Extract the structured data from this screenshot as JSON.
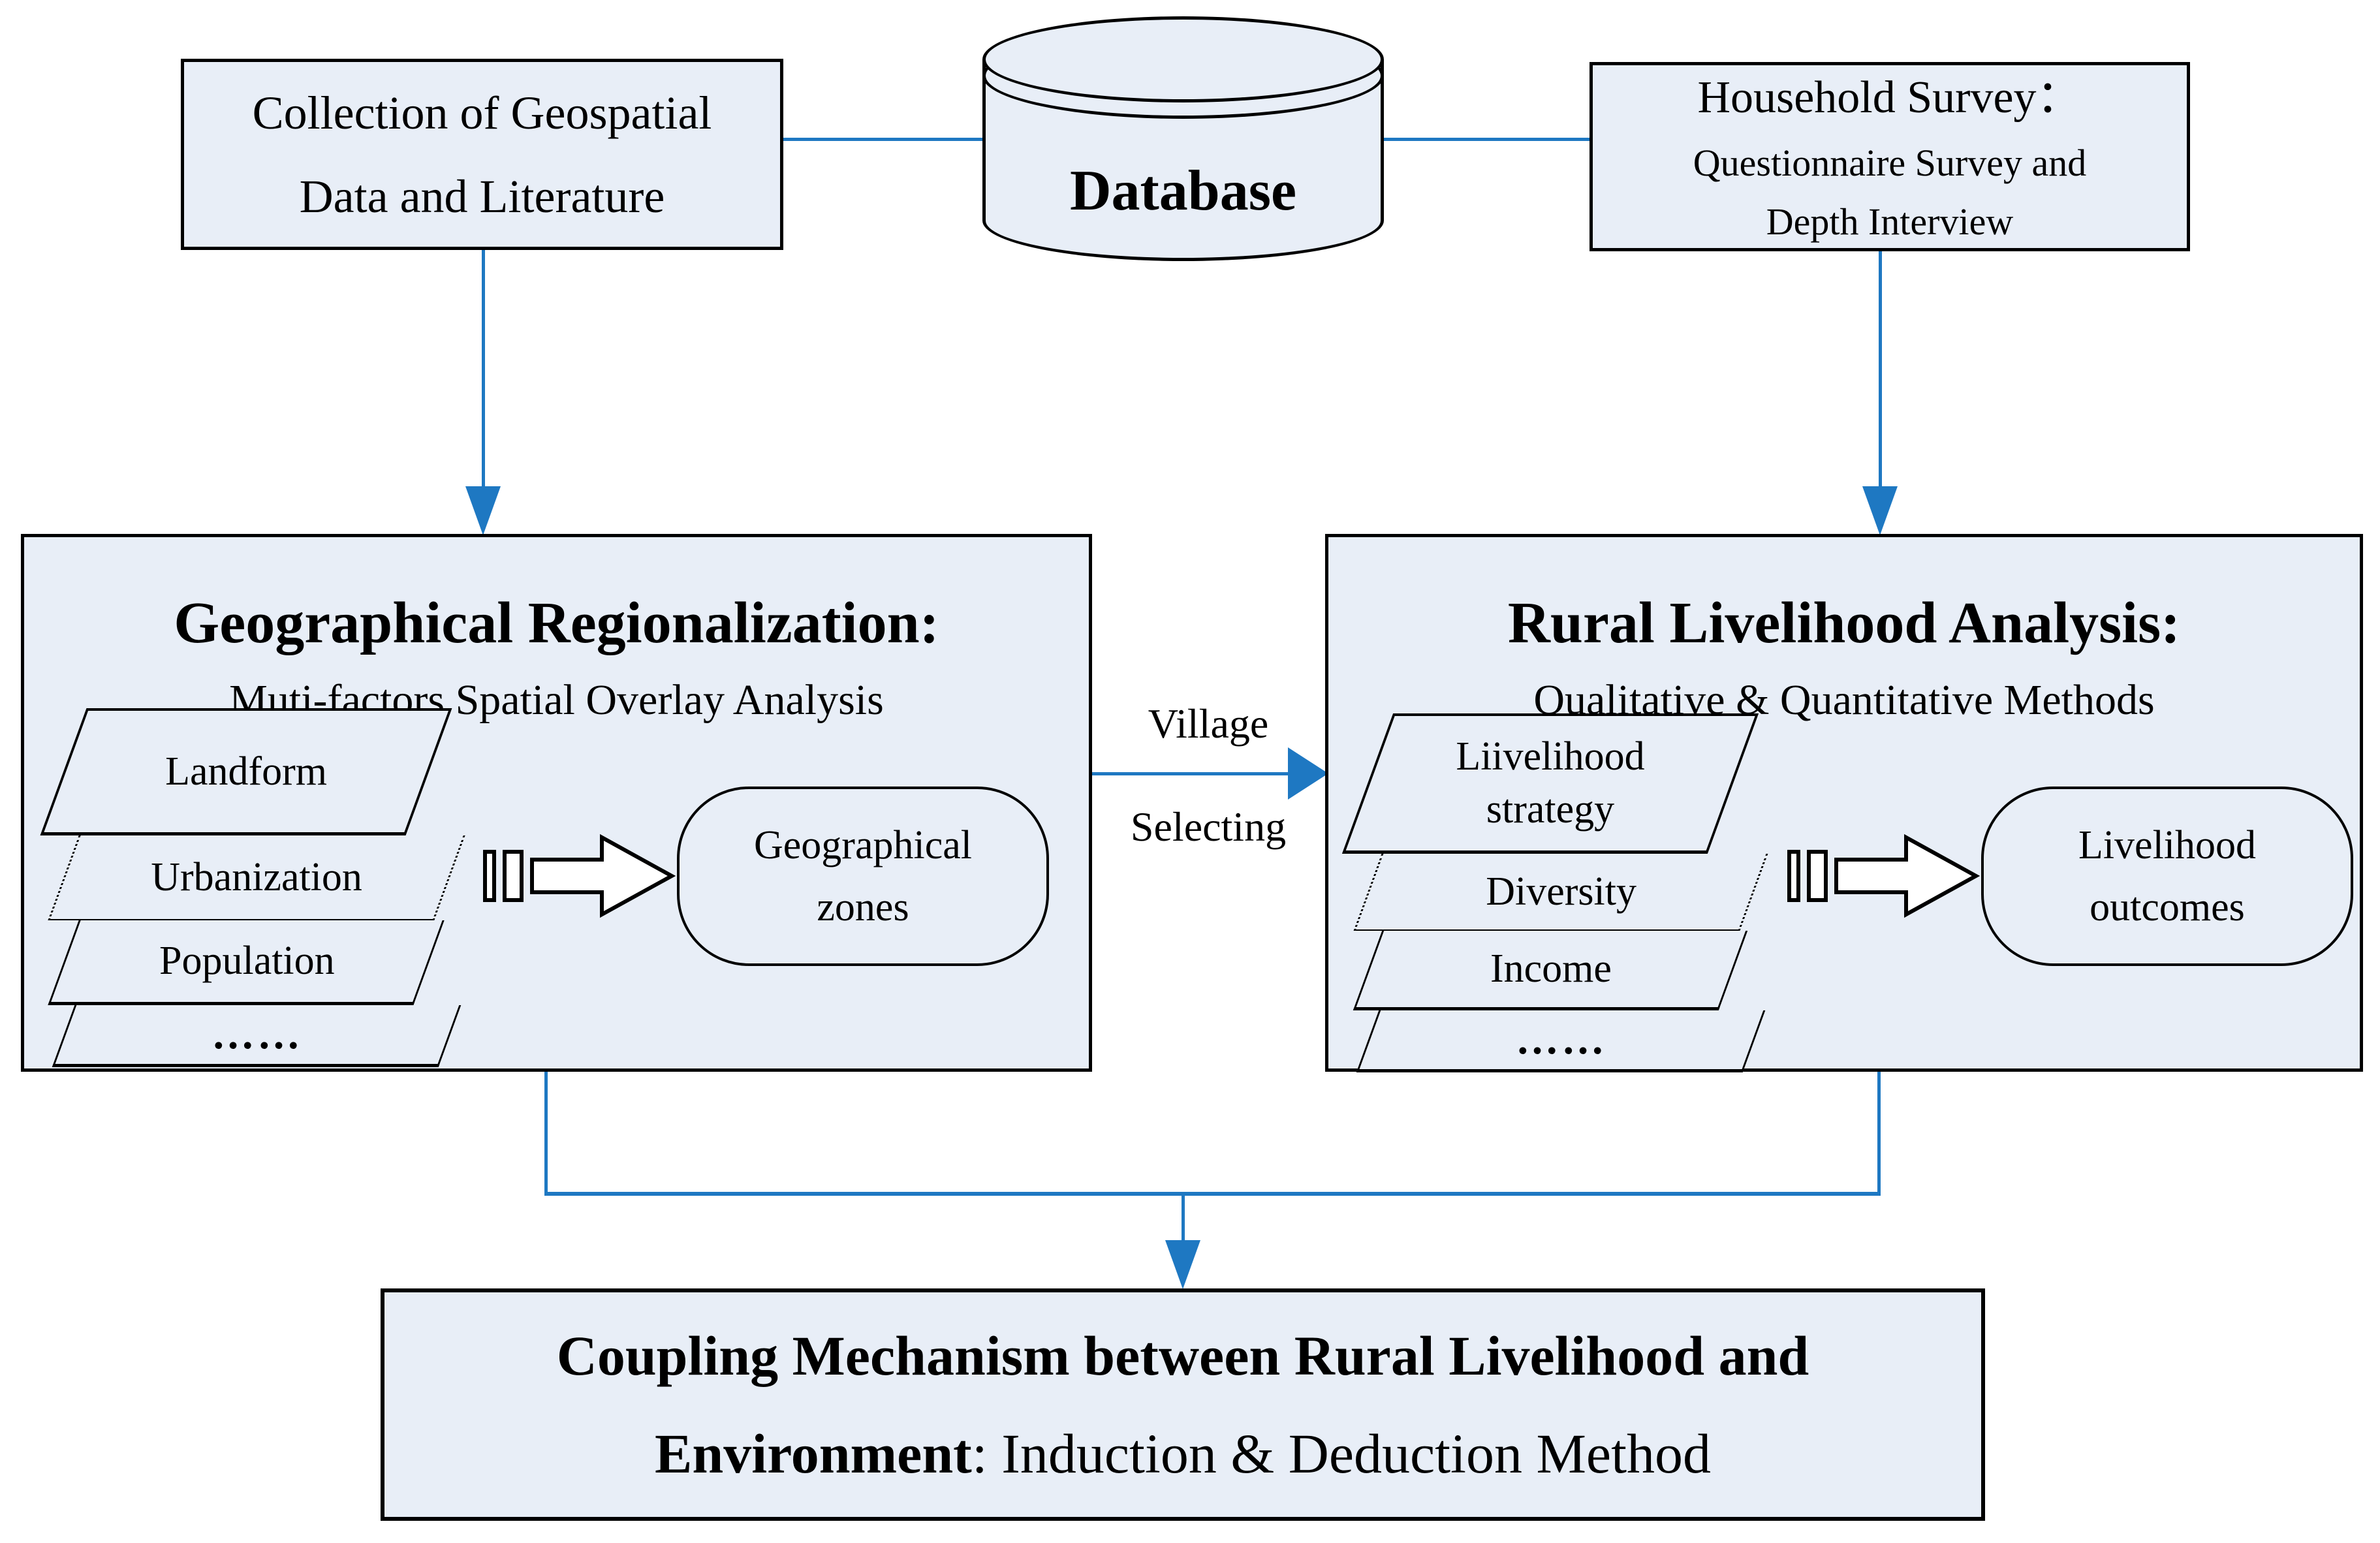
{
  "colors": {
    "box_fill": "#E8EEF7",
    "outline": "#000000",
    "connector_blue": "#1E78C2"
  },
  "top_row": {
    "collection_box": {
      "line1": "Collection of Geospatial",
      "line2": "Data and Literature"
    },
    "database": {
      "label": "Database"
    },
    "household_box": {
      "line1": "Household Survey：",
      "line2": "Questionnaire Survey and",
      "line3": "Depth Interview"
    }
  },
  "village_connector": {
    "line1": "Village",
    "line2": "Selecting"
  },
  "geo_box": {
    "title": "Geographical Regionalization:",
    "subtitle": "Muti-factors Spatial Overlay Analysis",
    "layers": [
      "Landform",
      "Urbanization",
      "Population",
      "……"
    ],
    "result": "Geographical\nzones"
  },
  "livelihood_box": {
    "title": "Rural Livelihood Analysis:",
    "subtitle": "Qualitative & Quantitative Methods",
    "layers": [
      "Liivelihood\nstrategy",
      "Diversity",
      "Income",
      "……"
    ],
    "result": "Livelihood\noutcomes"
  },
  "coupling_box": {
    "line1": "Coupling Mechanism between Rural Livelihood  and",
    "line2_bold": "Environment",
    "line2_rest": ": Induction & Deduction Method"
  }
}
